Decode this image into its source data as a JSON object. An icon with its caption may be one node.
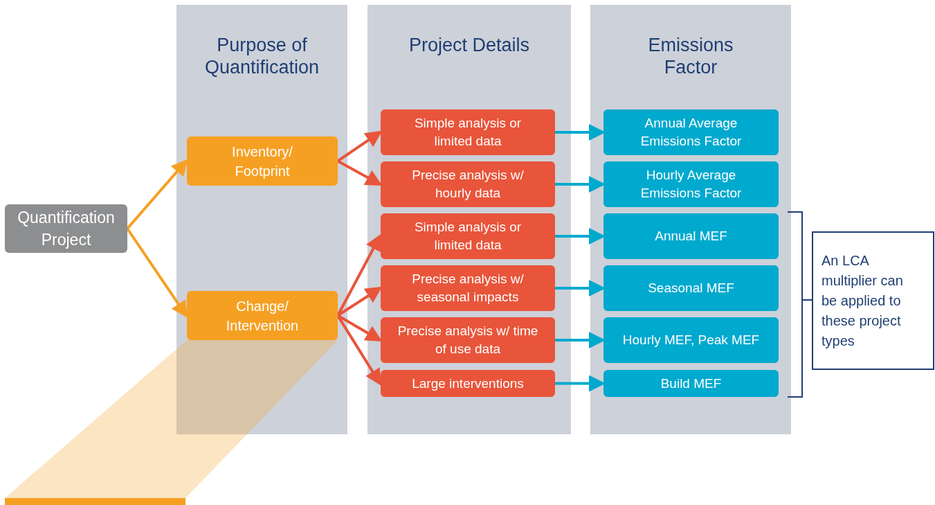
{
  "diagram": {
    "nodes": [
      {
        "text": [
          "Quantification Project"
        ]
      },
      {
        "text": [
          "Purpose of Quantification"
        ]
      },
      {
        "text": [
          "Inventory/ Footprint"
        ],
        "in": 1
      },
      {
        "text": [
          "Change/ Intervention"
        ],
        "in": 1
      },
      {
        "text": [
          "Project Details"
        ]
      },
      {
        "text": [
          "Simple analysis or limited data"
        ],
        "in": 4
      },
      {
        "text": [
          "Precise analysis w/ hourly data"
        ],
        "in": 4
      },
      {
        "text": [
          "Simple analysis or limited data"
        ],
        "in": 4
      },
      {
        "text": [
          "Precise analysis w/ seasonal impacts"
        ],
        "in": 4
      },
      {
        "text": [
          "Precise analysis w/ time of use data"
        ],
        "in": 4
      },
      {
        "text": [
          "Large interventions"
        ],
        "in": 4
      },
      {
        "text": [
          "Emissions Factor"
        ]
      },
      {
        "text": [
          "Annual Average Emissions Factor"
        ],
        "in": 11
      },
      {
        "text": [
          "Hourly Average Emissions Factor"
        ],
        "in": 11
      },
      {
        "text": [
          "Annual MEF"
        ],
        "in": 11
      },
      {
        "text": [
          "Seasonal MEF"
        ],
        "in": 11
      },
      {
        "text": [
          "Hourly MEF, Peak MEF"
        ],
        "in": 11
      },
      {
        "text": [
          "Build MEF"
        ],
        "in": 11
      },
      {
        "text": [
          "An LCA multiplier can be applied to these project types"
        ]
      }
    ],
    "edges": [
      {
        "from": 0,
        "to": 2,
        "arrow": "to",
        "color": "#f5a023"
      },
      {
        "from": 0,
        "to": 3,
        "arrow": "to",
        "color": "#f5a023"
      },
      {
        "from": 2,
        "to": 5,
        "arrow": "to",
        "color": "#e8553b"
      },
      {
        "from": 2,
        "to": 6,
        "arrow": "to",
        "color": "#e8553b"
      },
      {
        "from": 3,
        "to": 7,
        "arrow": "to",
        "color": "#e8553b"
      },
      {
        "from": 3,
        "to": 8,
        "arrow": "to",
        "color": "#e8553b"
      },
      {
        "from": 3,
        "to": 9,
        "arrow": "to",
        "color": "#e8553b"
      },
      {
        "from": 3,
        "to": 10,
        "arrow": "to",
        "color": "#e8553b"
      },
      {
        "from": 5,
        "to": 12,
        "arrow": "to",
        "color": "#00a9ce"
      },
      {
        "from": 6,
        "to": 13,
        "arrow": "to",
        "color": "#00a9ce"
      },
      {
        "from": 7,
        "to": 14,
        "arrow": "to",
        "color": "#00a9ce"
      },
      {
        "from": 8,
        "to": 15,
        "arrow": "to",
        "color": "#00a9ce"
      },
      {
        "from": 9,
        "to": 16,
        "arrow": "to",
        "color": "#00a9ce"
      },
      {
        "from": 10,
        "to": 17,
        "arrow": "to",
        "color": "#00a9ce"
      }
    ]
  }
}
